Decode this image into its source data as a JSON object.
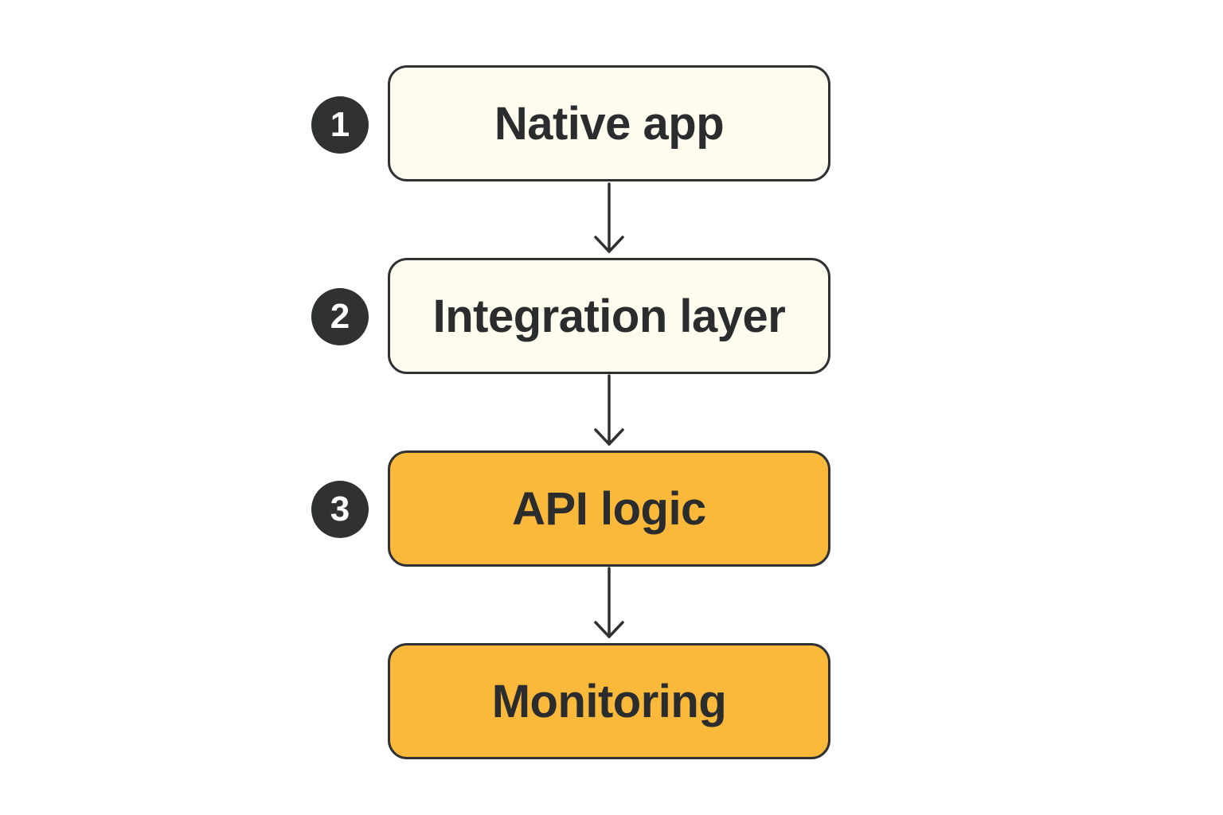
{
  "colors": {
    "light_fill": "#fefcef",
    "accent_fill": "#fbb93b",
    "stroke": "#2f3133"
  },
  "steps": [
    {
      "label": "Native app",
      "number": "1",
      "style": "light"
    },
    {
      "label": "Integration layer",
      "number": "2",
      "style": "light"
    },
    {
      "label": "API logic",
      "number": "3",
      "style": "accent"
    },
    {
      "label": "Monitoring",
      "number": "",
      "style": "accent"
    }
  ]
}
